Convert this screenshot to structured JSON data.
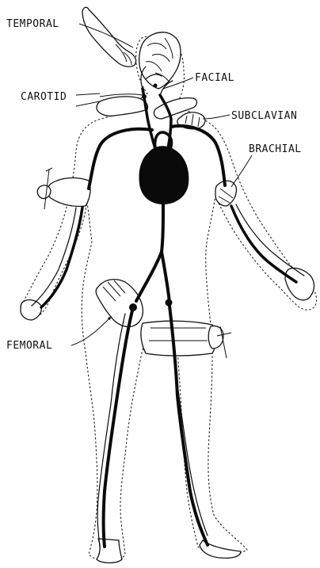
{
  "labels": {
    "temporal": "TEMPORAL",
    "facial": "FACIAL",
    "carotid": "CAROTID",
    "subclavian": "SUBCLAVIAN",
    "brachial": "BRACHIAL",
    "femoral": "FEMORAL"
  }
}
